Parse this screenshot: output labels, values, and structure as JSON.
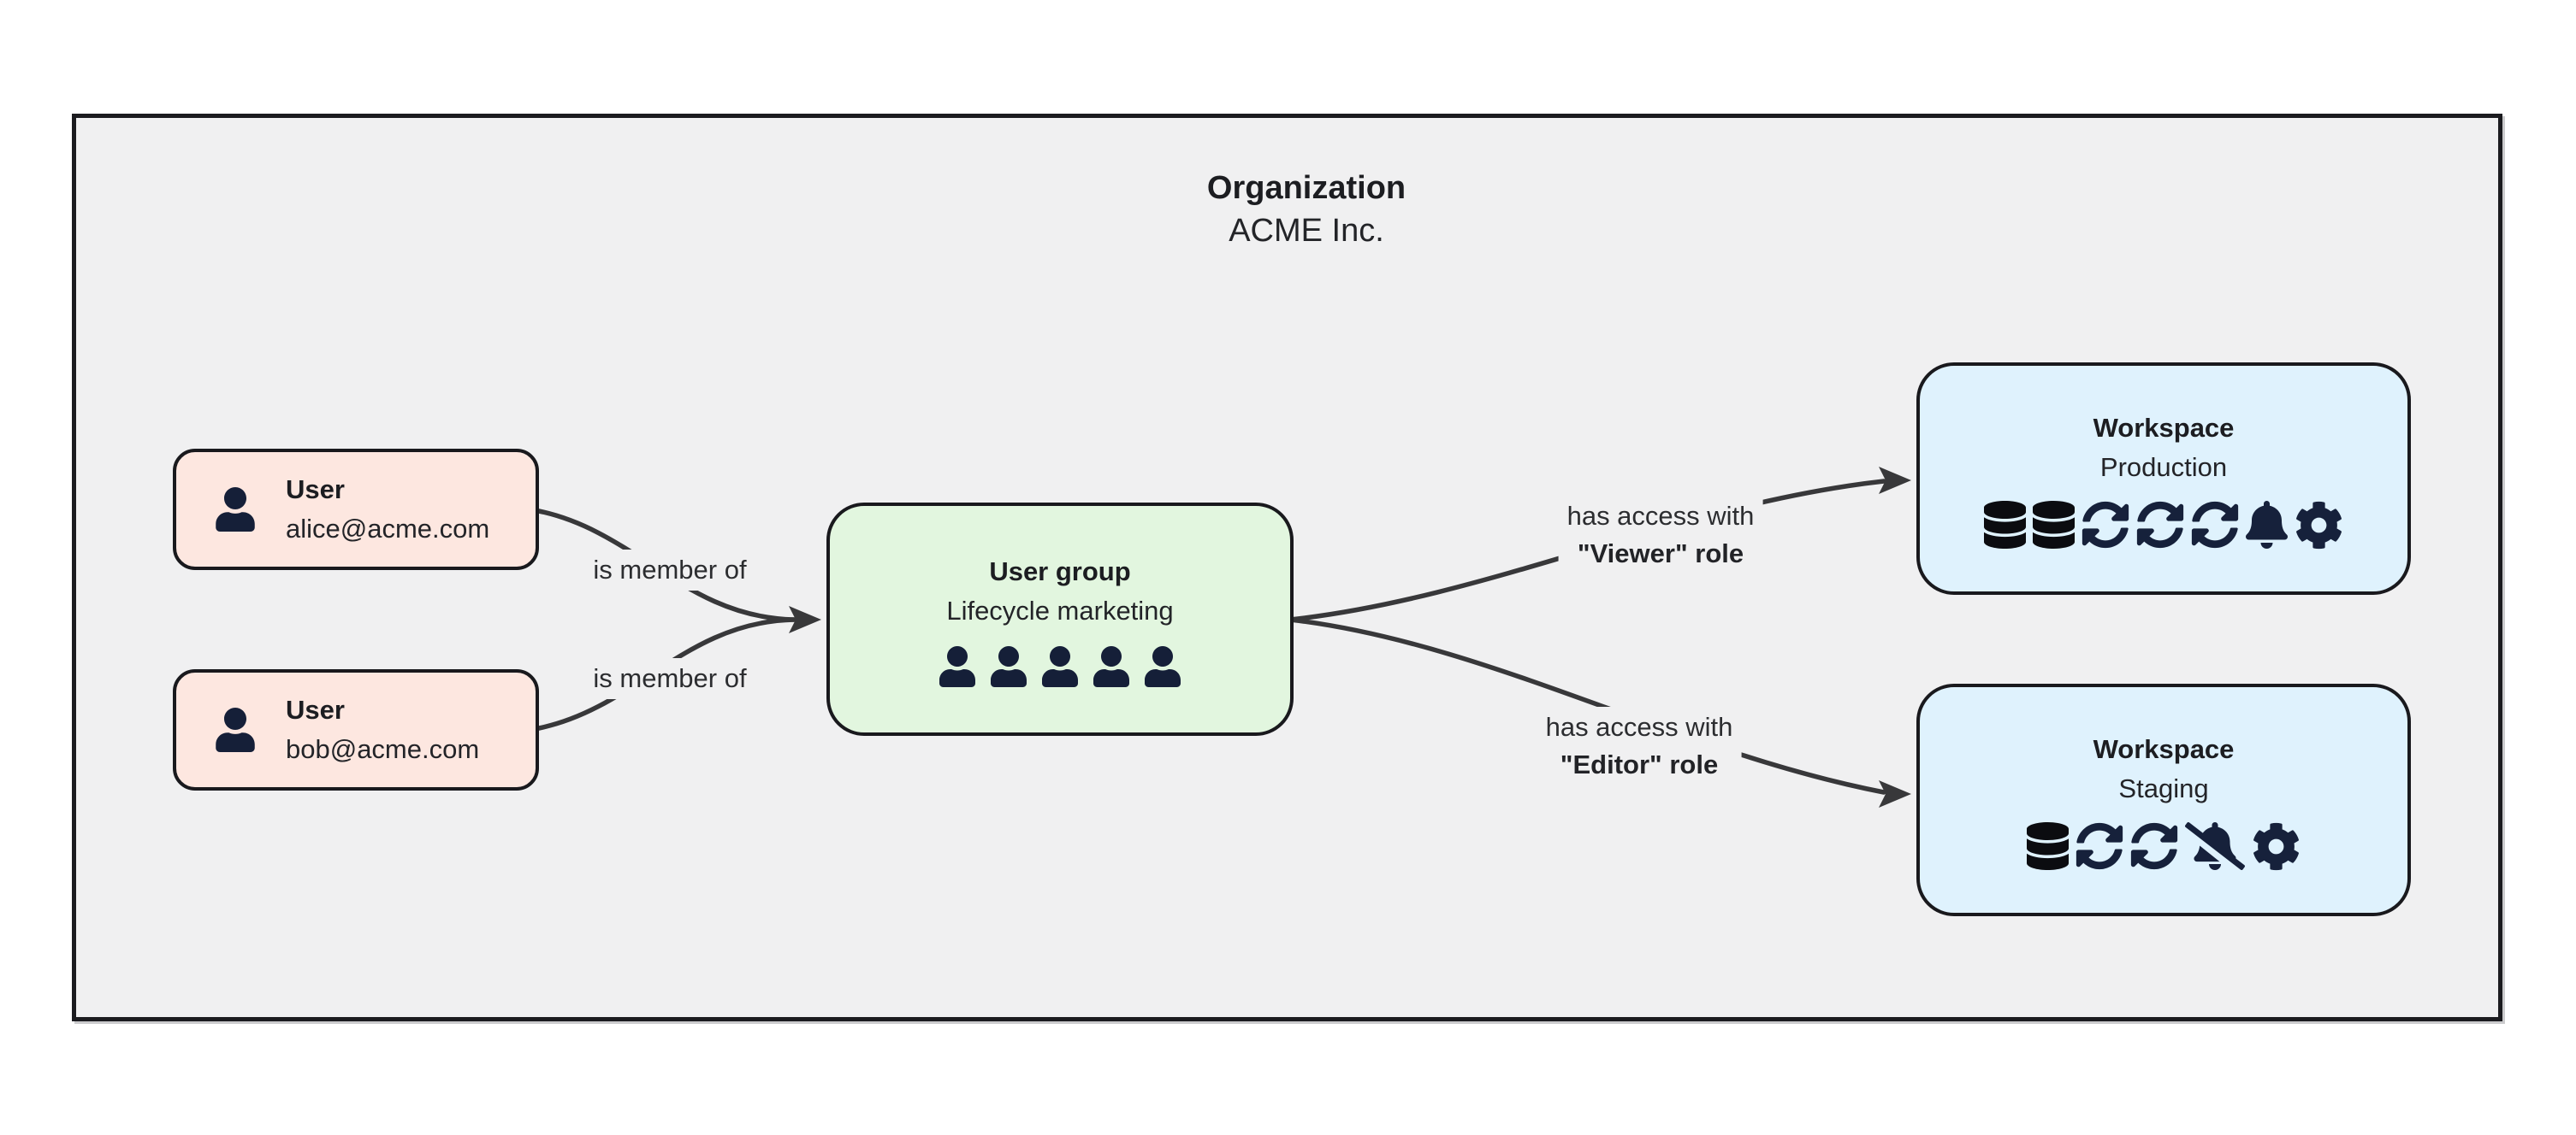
{
  "diagram": {
    "title": "Organization",
    "subtitle": "ACME Inc.",
    "nodes": {
      "user_alice": {
        "type_label": "User",
        "name": "alice@acme.com",
        "icons": [
          "user"
        ]
      },
      "user_bob": {
        "type_label": "User",
        "name": "bob@acme.com",
        "icons": [
          "user"
        ]
      },
      "group": {
        "type_label": "User group",
        "name": "Lifecycle marketing",
        "icons": [
          "user",
          "user",
          "user",
          "user",
          "user"
        ]
      },
      "workspace_production": {
        "type_label": "Workspace",
        "name": "Production",
        "icons": [
          "database",
          "database",
          "sync",
          "sync",
          "sync",
          "bell",
          "gear"
        ]
      },
      "workspace_staging": {
        "type_label": "Workspace",
        "name": "Staging",
        "icons": [
          "database",
          "sync",
          "sync",
          "bell-slash",
          "gear"
        ]
      }
    },
    "edges": {
      "alice_to_group": {
        "label": "is member of"
      },
      "bob_to_group": {
        "label": "is member of"
      },
      "group_to_production": {
        "label_line1": "has access with",
        "label_line2": "\"Viewer\" role"
      },
      "group_to_staging": {
        "label_line1": "has access with",
        "label_line2": "\"Editor\" role"
      }
    },
    "colors": {
      "page_bg": "#ffffff",
      "canvas_bg": "#f0f0f1",
      "container_border": "#1b1b1f",
      "user_node_fill": "#fde7e0",
      "group_node_fill": "#e2f6df",
      "workspace_node_fill": "#dff2fd",
      "node_border": "#19191d",
      "edge_stroke": "#38383a",
      "icon_navy": "#16213b",
      "icon_black": "#0b0c10",
      "text": "#1e1f23"
    }
  }
}
